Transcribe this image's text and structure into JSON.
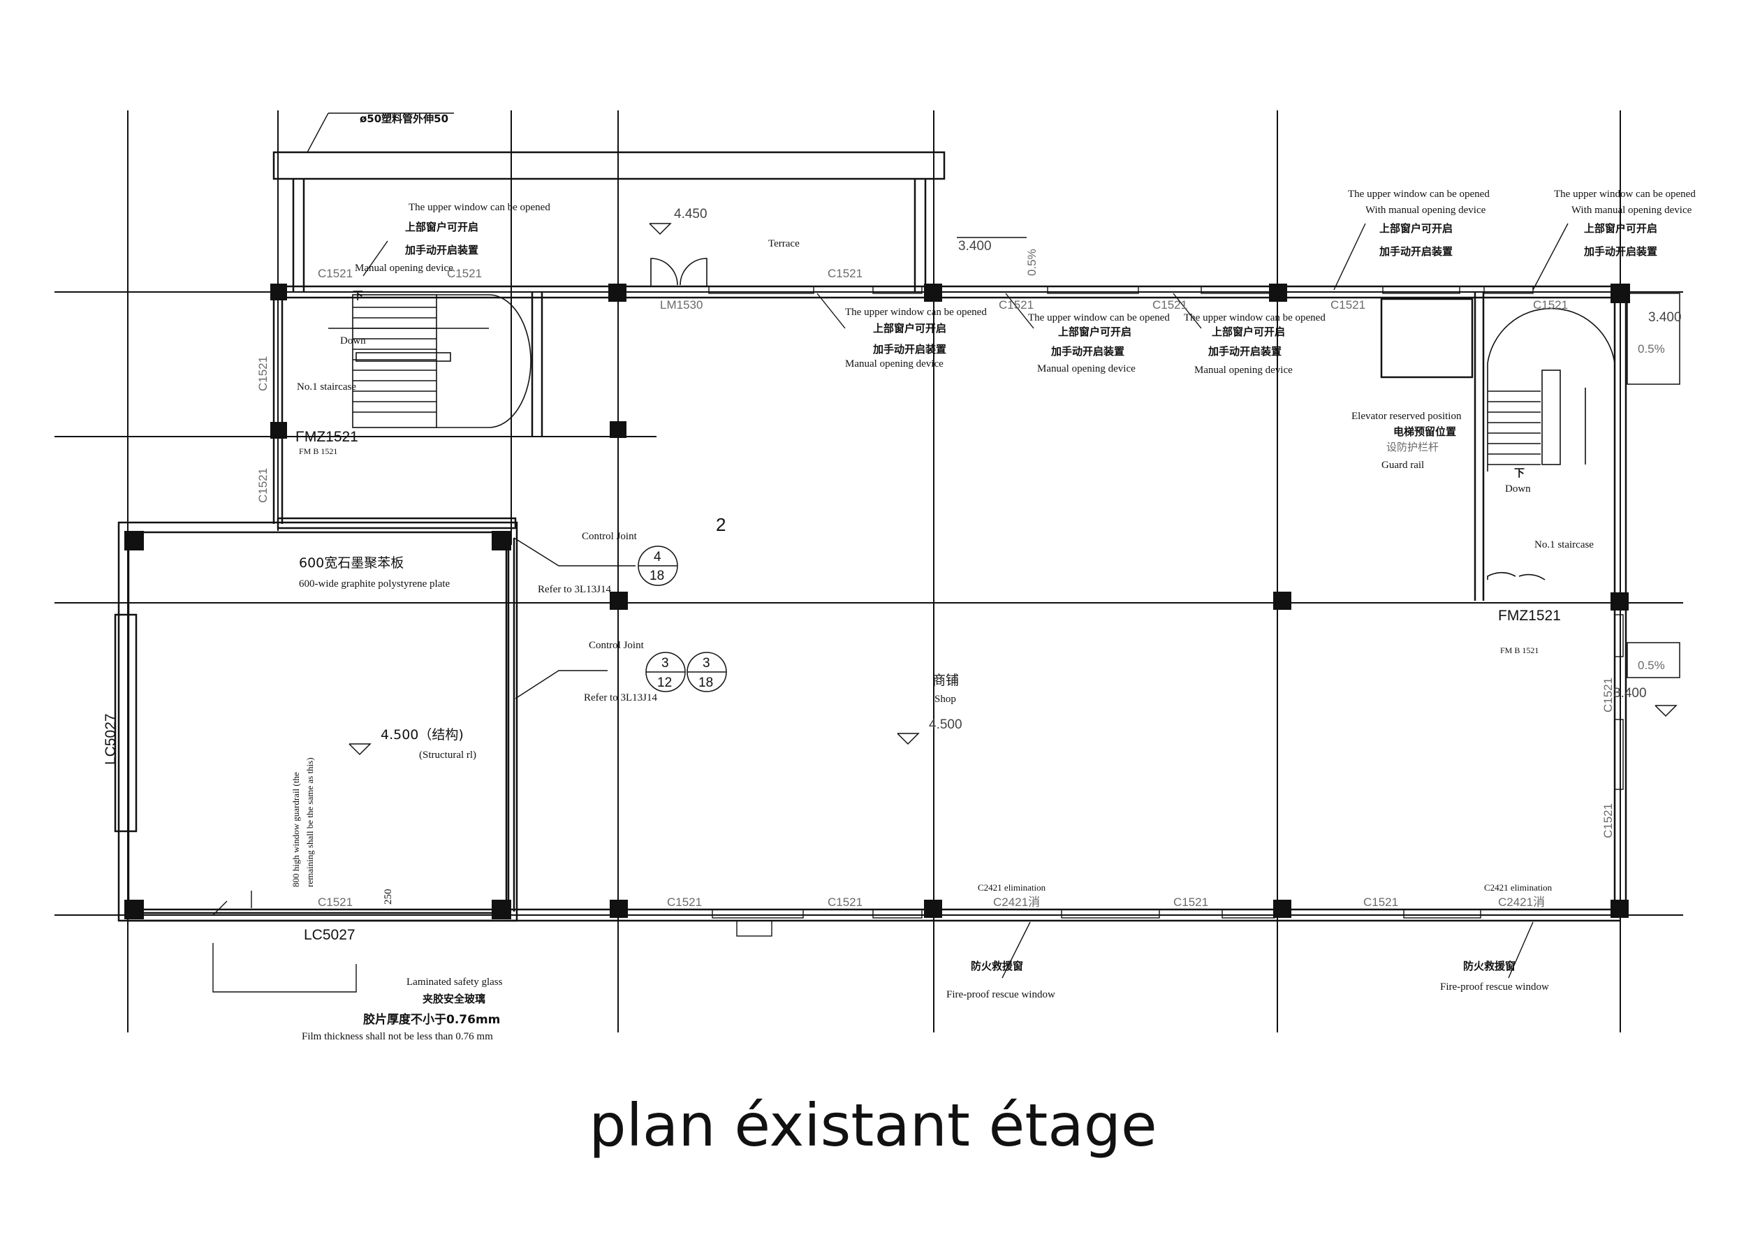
{
  "drawing": {
    "title": "plan éxistant étage",
    "pipe_note": "ø50塑料管外伸50",
    "terrace": {
      "label": "Terrace",
      "level": "4.450",
      "door": "LM1530"
    },
    "level_3400_top_mid": "3.400",
    "slope_top": "0.5%",
    "level_3400_top_right": "3.400",
    "slope_right_top": "0.5%",
    "slope_right_mid": "0.5%",
    "level_3400_right": "3.400",
    "room_number": "2",
    "shop": {
      "cn": "商铺",
      "en": "Shop",
      "level": "4.500"
    },
    "structural_level": {
      "value": "4.500（结构)",
      "note": "(Structural rl)"
    },
    "staircase_left": {
      "label": "No.1 staircase",
      "down_cn": "下",
      "down_en": "Down"
    },
    "staircase_right": {
      "label": "No.1 staircase",
      "down_cn": "下",
      "down_en": "Down"
    },
    "elevator": {
      "en": "Elevator reserved position",
      "cn": "电梯预留位置",
      "rail_cn": "设防护栏杆",
      "rail_en": "Guard rail"
    },
    "door_left": {
      "main": "FMZ1521",
      "sub": "FM B 1521"
    },
    "door_right": {
      "main": "FMZ1521",
      "sub": "FM B 1521"
    },
    "window_codes": {
      "c1521": "C1521",
      "c2421": "C2421消",
      "c2421_en": "C2421 elimination",
      "lc5027": "LC5027"
    },
    "window_note_left": {
      "en1": "The upper window can be opened",
      "cn1": "上部窗户可开启",
      "cn2": "加手动开启装置",
      "en2": "Manual opening device"
    },
    "window_note_a": {
      "en1": "The upper window can be opened",
      "cn1": "上部窗户可开启",
      "cn2": "加手动开启装置",
      "en2": "Manual opening device"
    },
    "window_note_b": {
      "en1": "The upper window can be opened",
      "cn1": "上部窗户可开启",
      "cn2": "加手动开启装置",
      "en2": "Manual opening device"
    },
    "window_note_c": {
      "en1": "The upper window can be opened",
      "cn1": "上部窗户可开启",
      "cn2": "加手动开启装置",
      "en2": "Manual opening device"
    },
    "window_note_d": {
      "en1": "The upper window can be opened",
      "en2": "With manual opening device",
      "cn1": "上部窗户可开启",
      "cn2": "加手动开启装置"
    },
    "window_note_e": {
      "en1": "The upper window can be opened",
      "en2": "With manual opening device",
      "cn1": "上部窗户可开启",
      "cn2": "加手动开启装置"
    },
    "graphite": {
      "cn": "600宽石墨聚苯板",
      "en": "600-wide graphite polystyrene plate"
    },
    "control_joint_1": {
      "label": "Control Joint",
      "refer": "Refer to 3L13J14",
      "num": "4",
      "den": "18"
    },
    "control_joint_2": {
      "label": "Control Joint",
      "refer": "Refer to 3L13J14",
      "num_a": "3",
      "den_a": "12",
      "num_b": "3",
      "den_b": "18"
    },
    "guardrail_note": {
      "line1": "800 high window guardrail (the",
      "line2": "remaining shall be the same as this)"
    },
    "dim_250": "250",
    "glass": {
      "en": "Laminated safety glass",
      "cn": "夹胶安全玻璃",
      "film_cn": "胶片厚度不小于0.76mm",
      "film_en": "Film thickness shall not be less than 0.76 mm"
    },
    "fire_window_1": {
      "cn": "防火救援窗",
      "en": "Fire-proof rescue window"
    },
    "fire_window_2": {
      "cn": "防火救援窗",
      "en": "Fire-proof rescue window"
    }
  }
}
